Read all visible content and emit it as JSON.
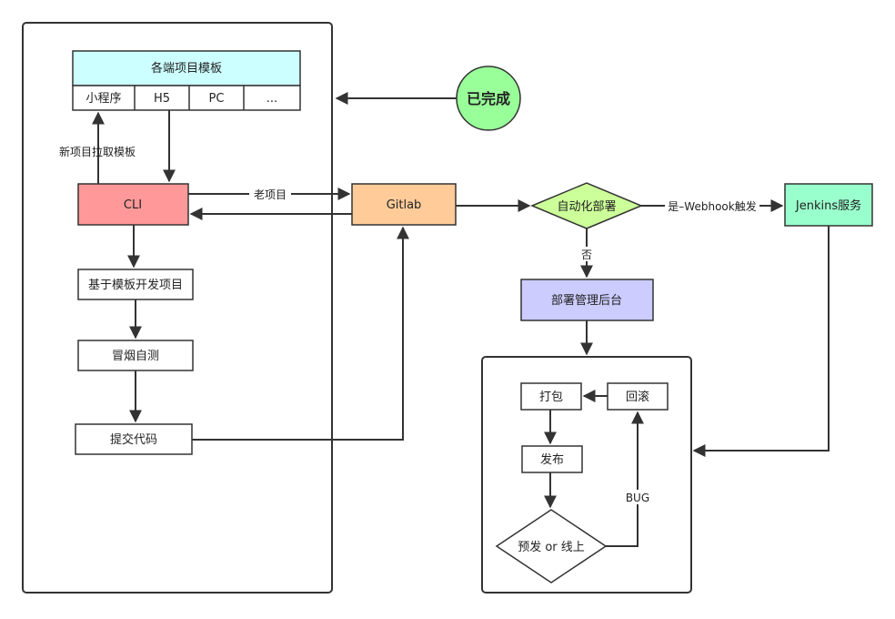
{
  "colors": {
    "template_header": "#ccffff",
    "cli": "#ff9999",
    "gitlab": "#ffcc99",
    "decision": "#ccff99",
    "jenkins": "#99ffcc",
    "deploy_admin": "#ccccff",
    "done": "#99ff99",
    "stroke": "#333333"
  },
  "nodes": {
    "templates_title": "各端项目模板",
    "tpl_miniprogram": "小程序",
    "tpl_h5": "H5",
    "tpl_pc": "PC",
    "tpl_more": "...",
    "done": "已完成",
    "cli": "CLI",
    "gitlab": "Gitlab",
    "auto_deploy": "自动化部署",
    "jenkins": "Jenkins服务",
    "dev_from_template": "基于模板开发项目",
    "smoke_test": "冒烟自测",
    "submit_code": "提交代码",
    "deploy_admin": "部署管理后台",
    "package": "打包",
    "rollback": "回滚",
    "publish": "发布",
    "pre_or_online": "预发 or 线上"
  },
  "edges": {
    "new_project_pull_template": "新项目拉取模板",
    "old_project": "老项目",
    "yes_webhook": "是–Webhook触发",
    "no": "否",
    "bug": "BUG"
  }
}
